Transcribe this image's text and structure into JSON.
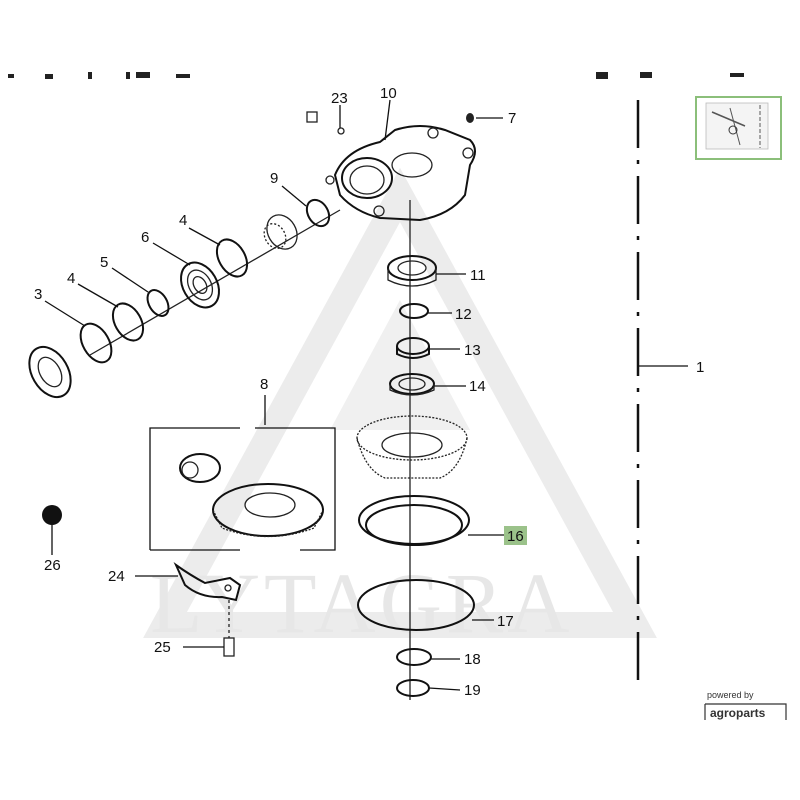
{
  "watermark": "LYTAGRA",
  "footer": {
    "powered_by": "powered by",
    "brand": "agroparts"
  },
  "callouts": [
    {
      "id": "c1",
      "text": "1"
    },
    {
      "id": "c3",
      "text": "3"
    },
    {
      "id": "c4a",
      "text": "4"
    },
    {
      "id": "c4b",
      "text": "4"
    },
    {
      "id": "c5",
      "text": "5"
    },
    {
      "id": "c6",
      "text": "6"
    },
    {
      "id": "c7",
      "text": "7"
    },
    {
      "id": "c8",
      "text": "8"
    },
    {
      "id": "c9",
      "text": "9"
    },
    {
      "id": "c10",
      "text": "10"
    },
    {
      "id": "c11",
      "text": "11"
    },
    {
      "id": "c12",
      "text": "12"
    },
    {
      "id": "c13",
      "text": "13"
    },
    {
      "id": "c14",
      "text": "14"
    },
    {
      "id": "c16",
      "text": "16"
    },
    {
      "id": "c17",
      "text": "17"
    },
    {
      "id": "c18",
      "text": "18"
    },
    {
      "id": "c19",
      "text": "19"
    },
    {
      "id": "c23",
      "text": "23"
    },
    {
      "id": "c24",
      "text": "24"
    },
    {
      "id": "c25",
      "text": "25"
    },
    {
      "id": "c26",
      "text": "26"
    }
  ],
  "highlight": {
    "callout": "16",
    "color": "#9bc28a"
  },
  "colors": {
    "line": "#111111",
    "watermark": "#e7e7e7",
    "thumbnail_border": "#8bbf7a"
  }
}
